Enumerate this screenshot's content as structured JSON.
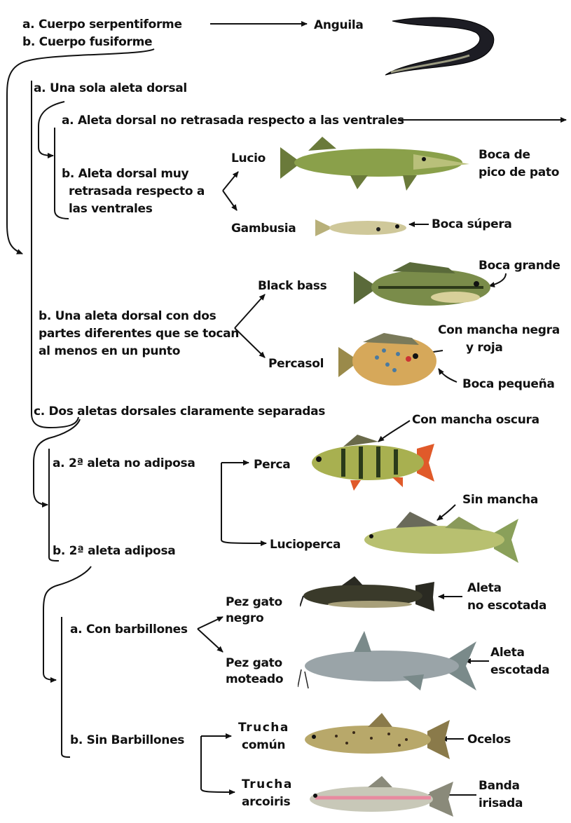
{
  "key": {
    "l1a": "a. Cuerpo serpentiforme",
    "l1b": "b. Cuerpo fusiforme",
    "anguila": "Anguila",
    "l2a": "a. Una sola aleta dorsal",
    "l3a": "a. Aleta dorsal no retrasada respecto a las ventrales",
    "l3b_1": "b. Aleta dorsal muy",
    "l3b_2": "retrasada  respecto a",
    "l3b_3": "las ventrales",
    "lucio": "Lucio",
    "gambusia": "Gambusia",
    "lucio_note_1": "Boca de",
    "lucio_note_2": "pico de pato",
    "gambusia_note": "Boca súpera",
    "l2b_1": "b. Una aleta dorsal con dos",
    "l2b_2": "partes diferentes que se tocan",
    "l2b_3": "al menos en un punto",
    "blackbass": "Black bass",
    "percasol": "Percasol",
    "blackbass_note": "Boca grande",
    "percasol_note1_1": "Con mancha negra",
    "percasol_note1_2": "y roja",
    "percasol_note2": "Boca pequeña",
    "l2c": "c. Dos aletas dorsales claramente separadas",
    "l4a": "a. 2ª aleta no  adiposa",
    "l4b": "b. 2ª aleta adiposa",
    "perca": "Perca",
    "lucioperca": "Lucioperca",
    "perca_note": "Con mancha oscura",
    "lucioperca_note": "Sin mancha",
    "l5a": "a. Con barbillones",
    "l5b": "b. Sin Barbillones",
    "pezgatonegro_1": "Pez gato",
    "pezgatonegro_2": "negro",
    "pezgatomoteado_1": "Pez gato",
    "pezgatomoteado_2": "moteado",
    "negro_note_1": "Aleta",
    "negro_note_2": "no escotada",
    "moteado_note_1": "Aleta",
    "moteado_note_2": "escotada",
    "trucha_comun_1": "Trucha",
    "trucha_comun_2": "común",
    "trucha_arcoiris_1": "Trucha",
    "trucha_arcoiris_2": "arcoiris",
    "comun_note": "Ocelos",
    "arcoiris_note_1": "Banda",
    "arcoiris_note_2": "irisada"
  }
}
